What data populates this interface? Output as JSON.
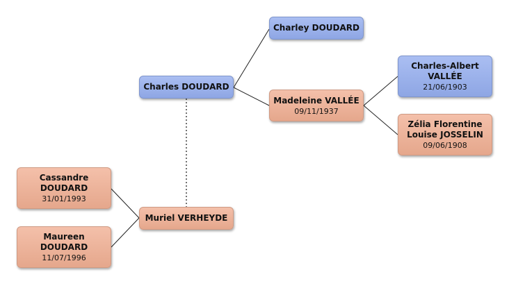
{
  "people": {
    "charley": {
      "name": "Charley DOUDARD",
      "sex": "male"
    },
    "charles": {
      "name": "Charles DOUDARD",
      "sex": "male"
    },
    "madeleine": {
      "name": "Madeleine VALLÉE",
      "date": "09/11/1937",
      "sex": "female"
    },
    "charles_albert": {
      "name_line1": "Charles-Albert",
      "name_line2": "VALLÉE",
      "date": "21/06/1903",
      "sex": "male"
    },
    "zelia": {
      "name_line1": "Zélia Florentine",
      "name_line2": "Louise JOSSELIN",
      "date": "09/06/1908",
      "sex": "female"
    },
    "muriel": {
      "name": "Muriel VERHEYDE",
      "sex": "female"
    },
    "cassandre": {
      "name_line1": "Cassandre",
      "name_line2": "DOUDARD",
      "date": "31/01/1993",
      "sex": "female"
    },
    "maureen": {
      "name_line1": "Maureen",
      "name_line2": "DOUDARD",
      "date": "11/07/1996",
      "sex": "female"
    }
  },
  "colors": {
    "male": "#8ea6e4",
    "female": "#e5a78c",
    "connector": "#222222"
  }
}
